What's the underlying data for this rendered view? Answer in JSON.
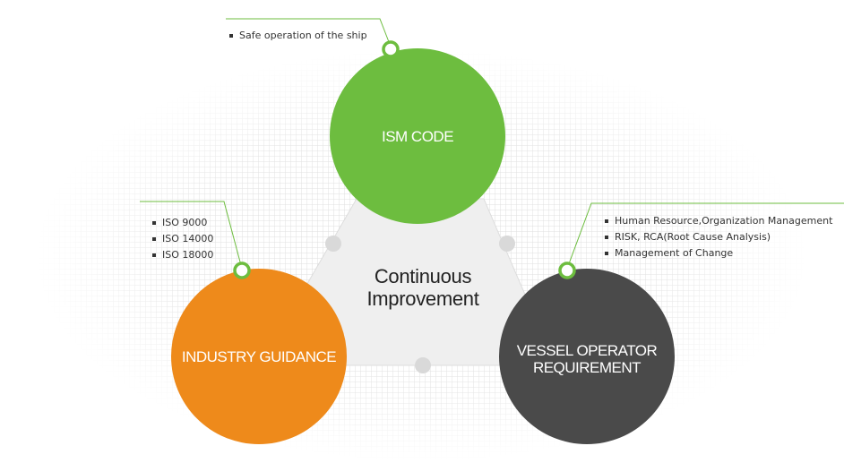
{
  "diagram": {
    "center": {
      "line1": "Continuous",
      "line2": "Improvement"
    },
    "nodes": {
      "ism": {
        "label": "ISM CODE",
        "color": "#6dbd3f",
        "bullets": [
          "Safe operation of the ship"
        ]
      },
      "industry": {
        "label": "INDUSTRY GUIDANCE",
        "color": "#ee8a1b",
        "bullets": [
          "ISO 9000",
          "ISO 14000",
          "ISO 18000"
        ]
      },
      "vessel": {
        "label_line1": "VESSEL OPERATOR",
        "label_line2": "REQUIREMENT",
        "color": "#4a4a4a",
        "bullets": [
          "Human Resource,Organization Management",
          "RISK, RCA(Root Cause Analysis)",
          "Management of Change"
        ]
      }
    },
    "colors": {
      "callout_line": "#6dbd3f",
      "triangle_fill": "#ececec",
      "connector_dot": "#d8d8d8"
    }
  }
}
